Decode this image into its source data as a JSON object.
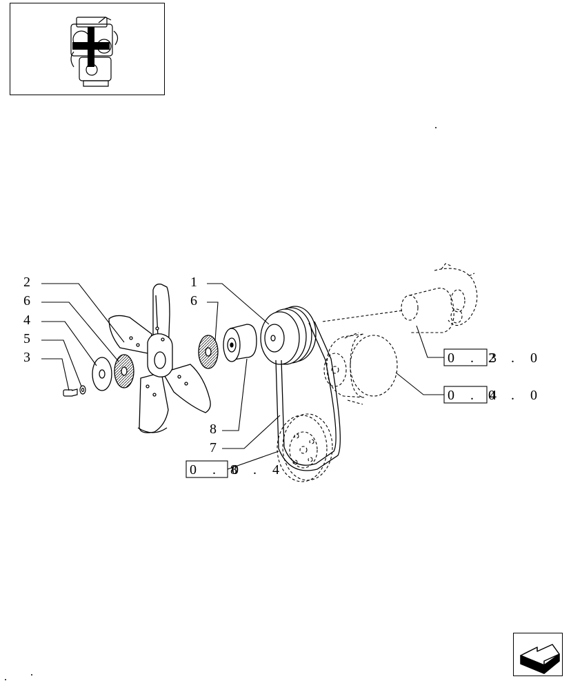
{
  "thumbnail": {
    "icon": "engine-with-plus-icon"
  },
  "callouts": {
    "c1": "1",
    "c2": "2",
    "c6a": "6",
    "c6b": "6",
    "c4": "4",
    "c5": "5",
    "c3": "3",
    "c8": "8",
    "c7": "7"
  },
  "refs": {
    "r1_boxed": "0 . 3",
    "r1_tail": "2 . 0",
    "r2_boxed": "0 . 4",
    "r2_tail": "0 . 0",
    "r3_boxed": "0 . 0",
    "r3_tail": "8 . 4"
  },
  "nav": {
    "icon": "back-arrow-icon"
  }
}
